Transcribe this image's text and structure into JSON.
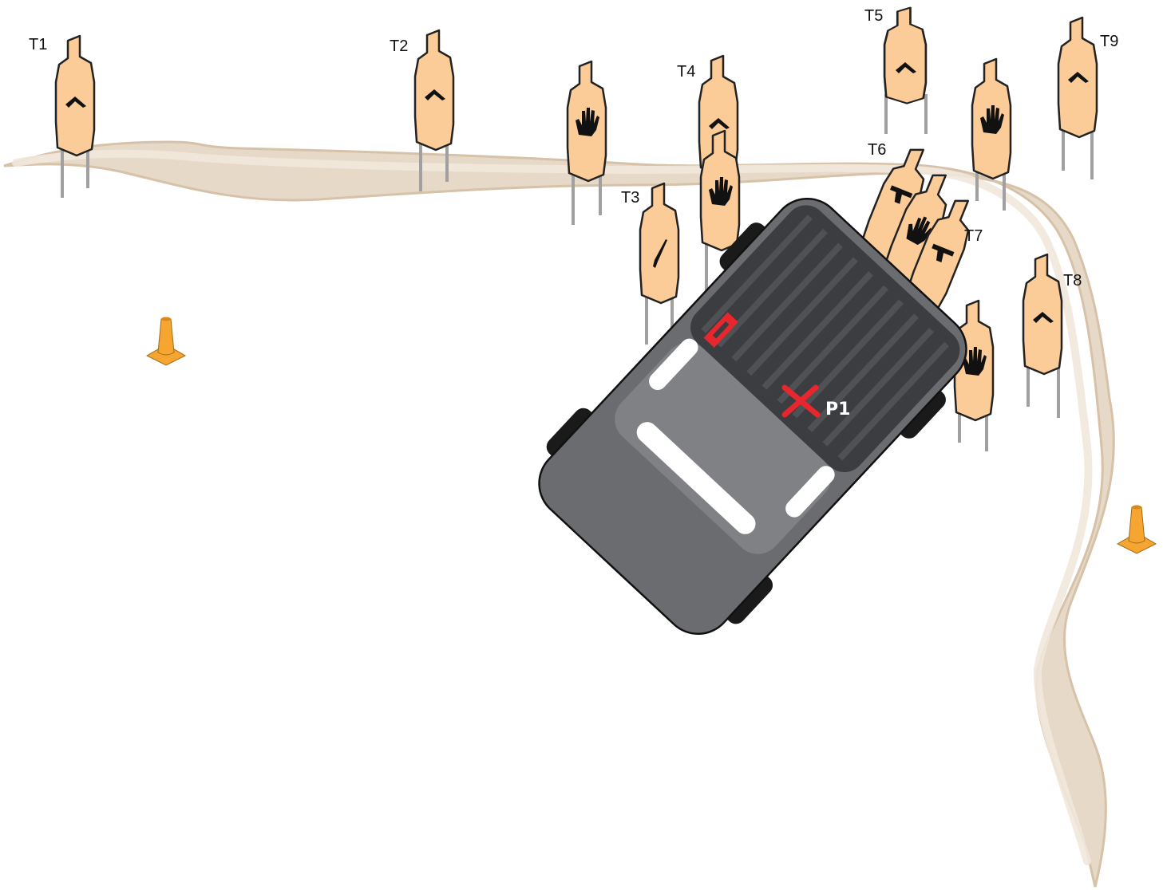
{
  "stage": {
    "targets": [
      {
        "label": "T1",
        "icon": "gun-icon"
      },
      {
        "label": "T2",
        "icon": "gun-icon"
      },
      {
        "label": "T3",
        "icon": "knife-icon"
      },
      {
        "label": "T4",
        "icon": "gun-icon"
      },
      {
        "label": "T5",
        "icon": "gun-icon"
      },
      {
        "label": "T6",
        "icon": "pistol-icon"
      },
      {
        "label": "T7",
        "icon": "pistol-icon"
      },
      {
        "label": "T8",
        "icon": "gun-icon"
      },
      {
        "label": "T9",
        "icon": "gun-icon"
      }
    ],
    "position_label": "P1",
    "colors": {
      "target_fill": "#fbcb98",
      "path": "#e3d3bf",
      "vehicle": "#6b6c70",
      "vehicle_bed": "#3c3d41",
      "marker": "#e8262d",
      "cone": "#f7a531"
    }
  }
}
